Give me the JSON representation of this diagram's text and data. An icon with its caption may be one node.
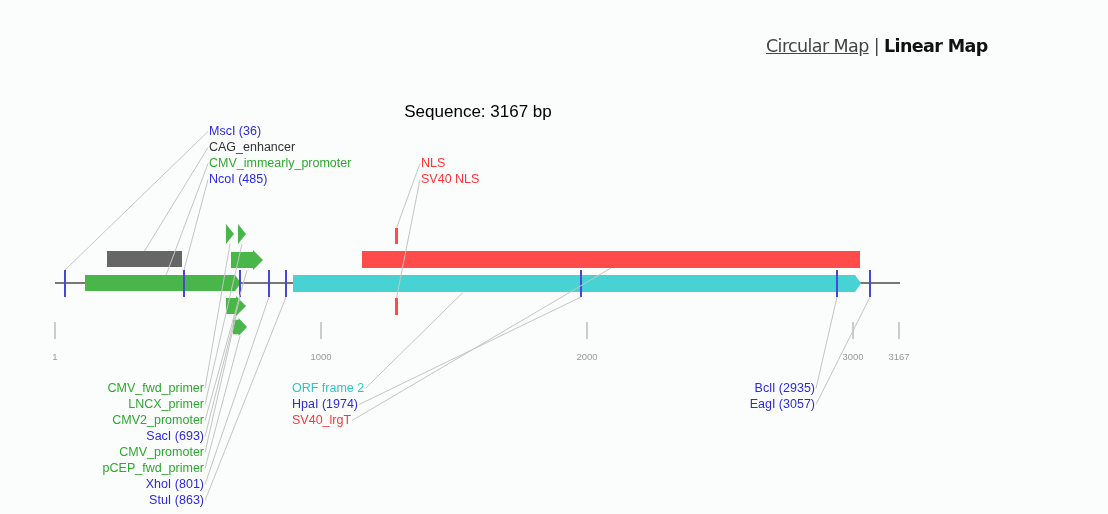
{
  "diagram": {
    "title": "Sequence: 3167 bp",
    "nodes": [
      {
        "text": [
          "MscI (36)"
        ]
      },
      {
        "text": [
          "CAG_enhancer"
        ]
      },
      {
        "text": [
          "CMV_immearly_promoter"
        ]
      },
      {
        "text": [
          "NcoI (485)"
        ]
      },
      {
        "text": [
          "NLS"
        ]
      },
      {
        "text": [
          "SV40 NLS"
        ]
      },
      {
        "text": [],
        "shape": "bar"
      },
      {
        "text": [],
        "shape": "bar"
      },
      {
        "text": [],
        "shape": "arrow"
      },
      {
        "text": [],
        "shape": "bar"
      },
      {
        "text": [],
        "shape": "bar"
      },
      {
        "text": [],
        "shape": "bar"
      },
      {
        "text": [],
        "shape": "arrow"
      },
      {
        "text": [],
        "shape": "arrow"
      },
      {
        "text": [],
        "shape": "arrow"
      },
      {
        "text": [],
        "shape": "bar"
      },
      {
        "text": [],
        "shape": "bar"
      },
      {
        "text": [],
        "shape": "bar"
      },
      {
        "text": [],
        "shape": "bar"
      },
      {
        "text": [],
        "shape": "arrow"
      },
      {
        "text": [],
        "shape": "bar"
      },
      {
        "text": [],
        "shape": "bar"
      },
      {
        "text": [],
        "shape": "bar"
      },
      {
        "text": [],
        "shape": "arrow"
      },
      {
        "text": [],
        "shape": "arrow"
      },
      {
        "text": [
          "CMV_fwd_primer"
        ]
      },
      {
        "text": [
          "ORF frame 2"
        ]
      },
      {
        "text": [
          "LNCX_primer"
        ]
      },
      {
        "text": [
          "HpaI (1974)"
        ]
      },
      {
        "text": [
          "CMV2_promoter"
        ]
      },
      {
        "text": [
          "SV40_lrgT"
        ]
      },
      {
        "text": [
          "SacI (693)"
        ]
      },
      {
        "text": [
          "CMV_promoter"
        ]
      },
      {
        "text": [
          "pCEP_fwd_primer"
        ]
      },
      {
        "text": [
          "XhoI (801)"
        ]
      },
      {
        "text": [
          "StuI (863)"
        ]
      },
      {
        "text": [
          "BclI (2935)"
        ]
      },
      {
        "text": [
          "EagI (3057)"
        ]
      }
    ],
    "edges": [
      {
        "from": 0,
        "to": 6,
        "arrow": "none"
      },
      {
        "from": 1,
        "to": 7,
        "arrow": "none"
      },
      {
        "from": 2,
        "to": 8,
        "arrow": "none"
      },
      {
        "from": 3,
        "to": 9,
        "arrow": "none"
      },
      {
        "from": 4,
        "to": 10,
        "arrow": "none"
      },
      {
        "from": 5,
        "to": 11,
        "arrow": "none"
      },
      {
        "from": 25,
        "to": 12,
        "arrow": "none"
      },
      {
        "from": 26,
        "to": 19,
        "arrow": "none"
      },
      {
        "from": 27,
        "to": 13,
        "arrow": "none"
      },
      {
        "from": 28,
        "to": 20,
        "arrow": "none"
      },
      {
        "from": 29,
        "to": 14,
        "arrow": "none"
      },
      {
        "from": 30,
        "to": 18,
        "arrow": "none"
      },
      {
        "from": 31,
        "to": 15,
        "arrow": "none"
      },
      {
        "from": 32,
        "to": 23,
        "arrow": "none"
      },
      {
        "from": 33,
        "to": 24,
        "arrow": "none"
      },
      {
        "from": 34,
        "to": 16,
        "arrow": "none"
      },
      {
        "from": 35,
        "to": 17,
        "arrow": "none"
      },
      {
        "from": 36,
        "to": 21,
        "arrow": "none"
      },
      {
        "from": 37,
        "to": 22,
        "arrow": "none"
      }
    ],
    "labels": [
      "Circular Map",
      "|",
      "Linear Map",
      "1",
      "1000",
      "2000",
      "3000",
      "3167"
    ]
  }
}
